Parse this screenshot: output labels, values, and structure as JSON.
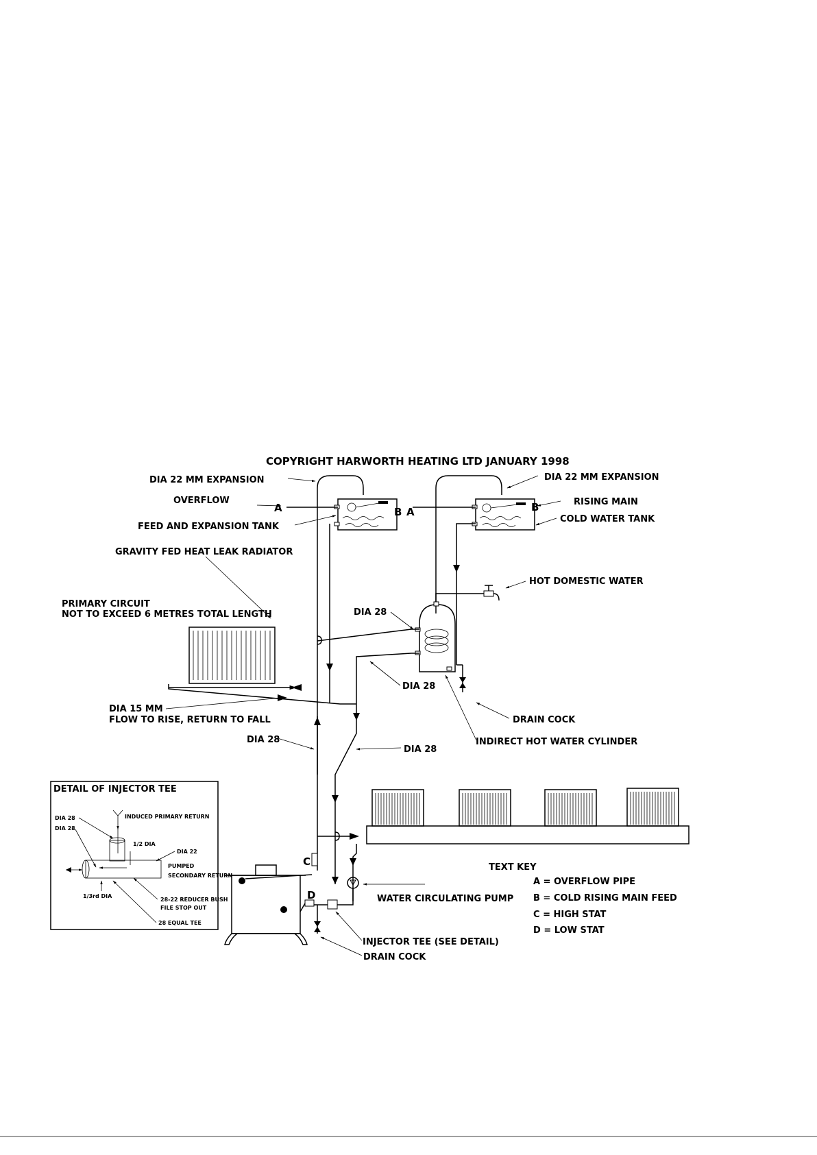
{
  "copyright": "COPYRIGHT HARWORTH HEATING LTD JANUARY 1998",
  "labels": {
    "expansion_left": "DIA 22 MM EXPANSION",
    "expansion_right": "DIA 22 MM EXPANSION",
    "overflow": "OVERFLOW",
    "feed_tank": "FEED AND EXPANSION TANK",
    "gravity_radiator": "GRAVITY FED HEAT LEAK RADIATOR",
    "primary_circuit_1": "PRIMARY CIRCUIT",
    "primary_circuit_2": "NOT TO EXCEED 6 METRES TOTAL LENGTH",
    "rising_main": "RISING MAIN",
    "cold_water_tank": "COLD WATER TANK",
    "hot_domestic_water": "HOT DOMESTIC WATER",
    "dia28_cylinder_top": "DIA 28",
    "dia28_cylinder_bottom": "DIA 28",
    "drain_cock_right": "DRAIN COCK",
    "indirect_cylinder": "INDIRECT HOT WATER CYLINDER",
    "dia15_1": "DIA 15 MM",
    "dia15_2": "FLOW TO RISE, RETURN TO FALL",
    "dia28_left": "DIA 28",
    "dia28_mid": "DIA 28",
    "water_pump": "WATER CIRCULATING PUMP",
    "injector_tee": "INJECTOR TEE (SEE DETAIL)",
    "drain_cock_bottom": "DRAIN COCK",
    "letter_a": "A",
    "letter_b": "B",
    "letter_c": "C",
    "letter_d": "D"
  },
  "text_key": {
    "title": "TEXT KEY",
    "items": [
      "A = OVERFLOW PIPE",
      "B = COLD RISING MAIN FEED",
      "C = HIGH STAT",
      "D = LOW STAT"
    ]
  },
  "detail": {
    "title": "DETAIL OF INJECTOR TEE",
    "dia28_a": "DIA 28",
    "dia28_b": "DIA 28",
    "induced": "INDUCED PRIMARY RETURN",
    "half_dia": "1/2 DIA",
    "dia22": "DIA 22",
    "pumped_1": "PUMPED",
    "pumped_2": "SECONDARY RETURN",
    "third_dia": "1/3rd DIA",
    "reducer_1": "28-22 REDUCER BUSH",
    "reducer_2": "FILE STOP OUT",
    "equal_tee": "28 EQUAL TEE"
  }
}
